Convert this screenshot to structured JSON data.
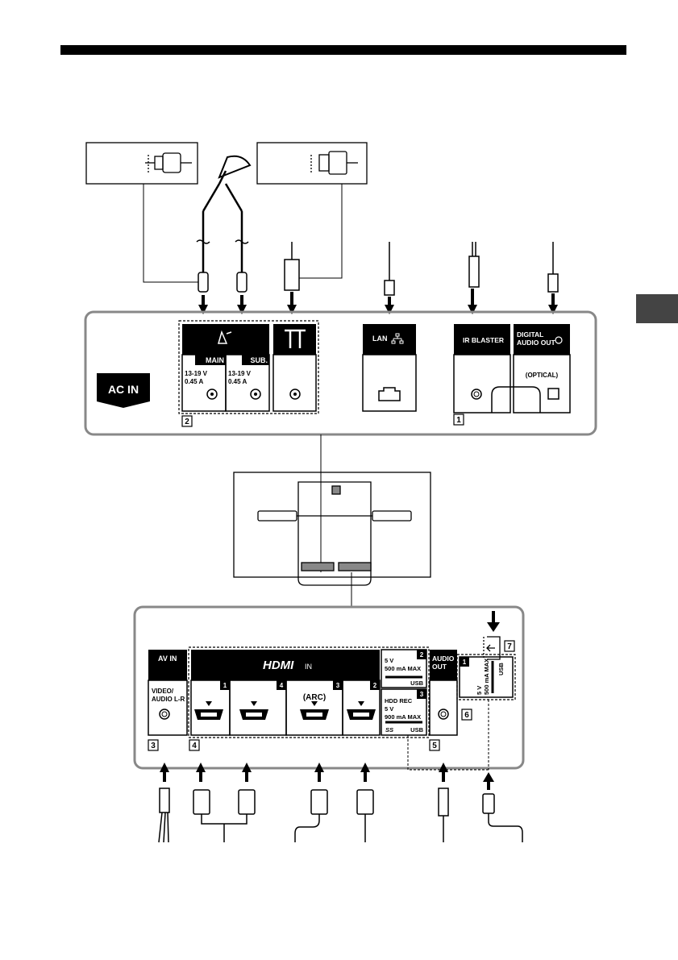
{
  "top_panel": {
    "ac_in": "AC IN",
    "sat": {
      "main": "MAIN",
      "sub": "SUB.",
      "main_rating_v": "13-19 V",
      "main_rating_a": "0.45 A",
      "sub_rating_v": "13-19 V",
      "sub_rating_a": "0.45 A"
    },
    "lan": "LAN",
    "ir_blaster": "IR BLASTER",
    "digital_audio_out_1": "DIGITAL",
    "digital_audio_out_2": "AUDIO OUT",
    "optical": "(OPTICAL)",
    "callout_1": "1",
    "callout_2": "2"
  },
  "bottom_panel": {
    "av_in": "AV IN",
    "video_audio_1": "VIDEO/",
    "video_audio_2": "AUDIO L-R",
    "hdmi_logo": "HDMI",
    "hdmi_in": "IN",
    "arc": "(ARC)",
    "port_numbers": [
      "1",
      "4",
      "3",
      "2"
    ],
    "usb2": {
      "num": "2",
      "v": "5 V",
      "ma": "500 mA MAX",
      "usb": "USB"
    },
    "usb3": {
      "num": "3",
      "hdd": "HDD REC",
      "v": "5 V",
      "ma": "900 mA MAX",
      "usb": "USB",
      "ss": "SS"
    },
    "usb1": {
      "num": "1",
      "v": "5 V",
      "ma": "500 mA MAX",
      "usb": "USB"
    },
    "audio_out_1": "AUDIO",
    "audio_out_2": "OUT",
    "callouts": [
      "3",
      "4",
      "5",
      "6",
      "7"
    ]
  }
}
